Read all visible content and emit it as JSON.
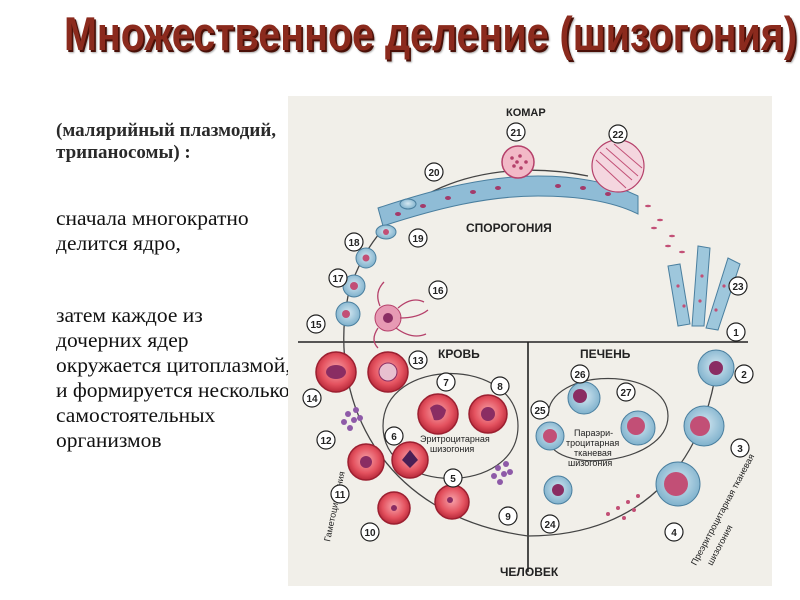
{
  "title": "Множественное деление (шизогония)",
  "subtitle": "(малярийный плазмодий, трипаносомы) :",
  "paragraphs": [
    "сначала многократно делится ядро,",
    "затем каждое из дочерних ядер окружается цитоплазмой, и формируется несколько самостоятельных организмов"
  ],
  "diagram": {
    "labels": {
      "mosquito": "КОМАР",
      "sporogony": "СПОРОГОНИЯ",
      "blood": "КРОВЬ",
      "liver": "ПЕЧЕНЬ",
      "human": "ЧЕЛОВЕК",
      "erythro_line1": "Эритроцитарная",
      "erythro_line2": "шизогония",
      "para_line1": "Параэри-",
      "para_line2": "троцитарная",
      "para_line3": "тканевая",
      "para_line4": "шизогония",
      "gametocytogony": "Гаметоцитогония",
      "pre_line1": "Преэритроцитарная тканевая",
      "pre_line2": "шизогония"
    },
    "stage_numbers": [
      "1",
      "2",
      "3",
      "4",
      "5",
      "6",
      "7",
      "8",
      "9",
      "10",
      "11",
      "12",
      "13",
      "14",
      "15",
      "16",
      "17",
      "18",
      "19",
      "20",
      "21",
      "22",
      "23",
      "24",
      "25",
      "26",
      "27"
    ],
    "colors": {
      "title": "#8b2a1d",
      "panel": "#f1efe9",
      "rbc": "#e4525f",
      "liver_cell": "#9cc3d8",
      "nucleus": "#7a2b6b"
    }
  }
}
